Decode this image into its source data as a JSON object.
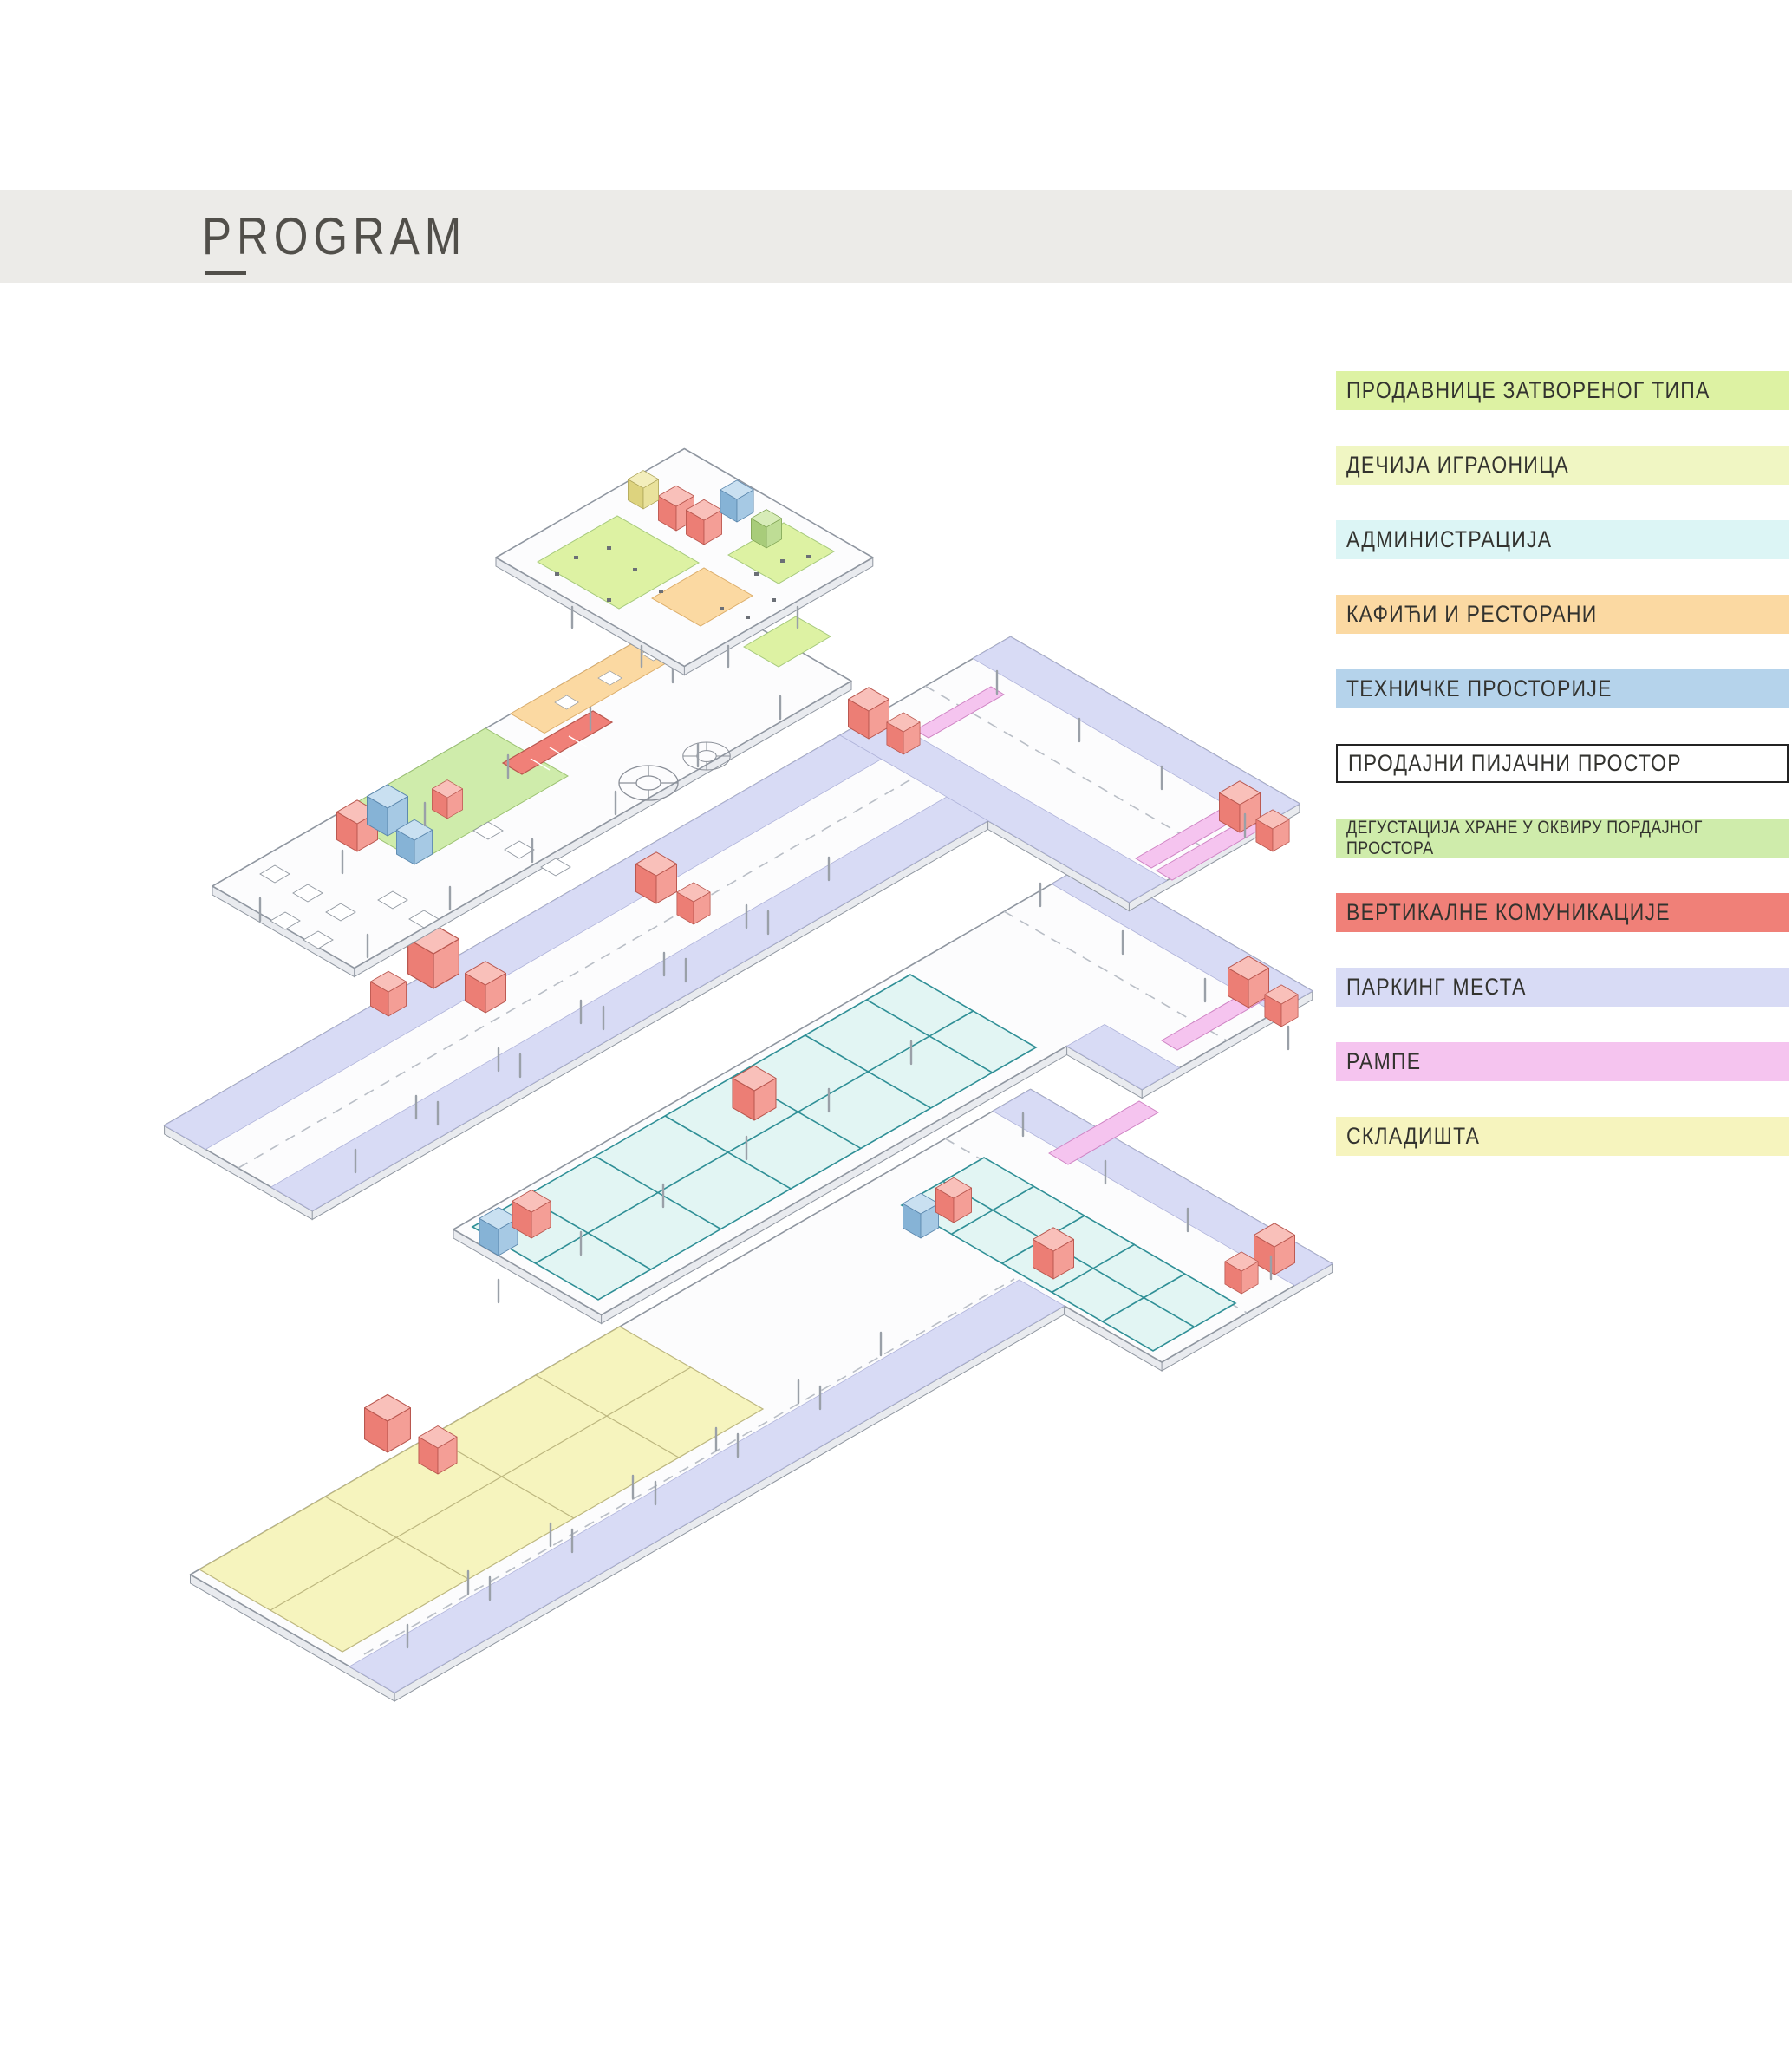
{
  "page": {
    "title": "PROGRAM"
  },
  "colors": {
    "header_band": "#ecebe8",
    "title_text": "#514f4a",
    "shops_closed": "#ddf2a3",
    "kids": "#f0f6c3",
    "admin": "#dcf5f5",
    "cafes": "#fbd9a2",
    "technical": "#b5d3eb",
    "market_sales": "#ffffff",
    "tasting": "#cfecab",
    "vertical_comm": "#f08078",
    "parking": "#d8dbf5",
    "ramps": "#f5c4ef",
    "storage": "#f6f4be",
    "plate_fill": "#fcfcfd",
    "plate_edge": "#8f96a0",
    "plate_side": "#e9ebef",
    "room_cyan": "#e2f5f3",
    "wall_teal": "#2f8f96",
    "column": "#9aa0a8"
  },
  "legend": {
    "items": [
      {
        "id": "shops-closed",
        "label": "ПРОДАВНИЦЕ ЗАТВОРЕНОГ ТИПА",
        "color": "#ddf2a3"
      },
      {
        "id": "kids-playroom",
        "label": "ДЕЧИЈА ИГРАОНИЦА",
        "color": "#f0f6c3"
      },
      {
        "id": "administration",
        "label": "АДМИНИСТРАЦИЈА",
        "color": "#dcf5f5"
      },
      {
        "id": "cafes-restaurants",
        "label": "КАФИЋИ И РЕСТОРАНИ",
        "color": "#fbd9a2"
      },
      {
        "id": "technical-rooms",
        "label": "ТЕХНИЧКЕ ПРОСТОРИЈЕ",
        "color": "#b5d3eb"
      },
      {
        "id": "market-sales-space",
        "label": "ПРОДАЈНИ ПИЈАЧНИ ПРОСТОР",
        "color": "#ffffff"
      },
      {
        "id": "food-tasting",
        "label": "ДЕГУСТАЦИЈА ХРАНЕ У ОКВИРУ ПОРДАЈНОГ ПРОСТОРА",
        "color": "#cfecab"
      },
      {
        "id": "vertical-communications",
        "label": "ВЕРТИКАЛНЕ КОМУНИКАЦИЈЕ",
        "color": "#f08078"
      },
      {
        "id": "parking-spaces",
        "label": "ПАРКИНГ МЕСТА",
        "color": "#d8dbf5"
      },
      {
        "id": "ramps",
        "label": "РАМПЕ",
        "color": "#f5c4ef"
      },
      {
        "id": "storage",
        "label": "СКЛАДИШТА",
        "color": "#f6f4be"
      }
    ]
  }
}
